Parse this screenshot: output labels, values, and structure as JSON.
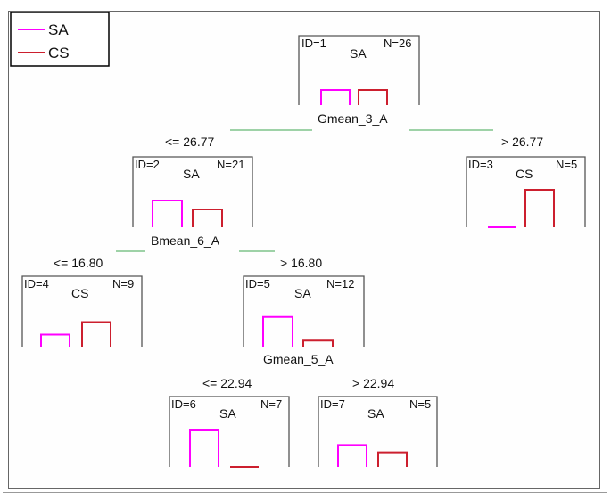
{
  "legend": [
    {
      "label": "SA",
      "color": "#ff00ff"
    },
    {
      "label": "CS",
      "color": "#cc1f2e"
    }
  ],
  "colors": {
    "edge": "#7fc48a",
    "frame": "#555555"
  },
  "nodes": [
    {
      "id_text": "ID=1",
      "class_label": "SA",
      "n_text": "N=26",
      "split_var": "Gmean_3_A",
      "class_fractions": [
        0.5,
        0.5
      ]
    },
    {
      "id_text": "ID=2",
      "class_label": "SA",
      "n_text": "N=21",
      "split_var": "Bmean_6_A",
      "class_fractions": [
        0.6,
        0.4
      ]
    },
    {
      "id_text": "ID=3",
      "class_label": "CS",
      "n_text": "N=5",
      "split_var": "",
      "class_fractions": [
        0.0,
        1.0
      ]
    },
    {
      "id_text": "ID=4",
      "class_label": "CS",
      "n_text": "N=9",
      "split_var": "",
      "class_fractions": [
        0.33,
        0.67
      ]
    },
    {
      "id_text": "ID=5",
      "class_label": "SA",
      "n_text": "N=12",
      "split_var": "Gmean_5_A",
      "class_fractions": [
        0.83,
        0.17
      ]
    },
    {
      "id_text": "ID=6",
      "class_label": "SA",
      "n_text": "N=7",
      "split_var": "",
      "class_fractions": [
        1.0,
        0.0
      ]
    },
    {
      "id_text": "ID=7",
      "class_label": "SA",
      "n_text": "N=5",
      "split_var": "",
      "class_fractions": [
        0.6,
        0.4
      ]
    }
  ],
  "edges": [
    {
      "from": 1,
      "to": 2,
      "label": "<= 26.77"
    },
    {
      "from": 1,
      "to": 3,
      "label": "> 26.77"
    },
    {
      "from": 2,
      "to": 4,
      "label": "<= 16.80"
    },
    {
      "from": 2,
      "to": 5,
      "label": "> 16.80"
    },
    {
      "from": 5,
      "to": 6,
      "label": "<= 22.94"
    },
    {
      "from": 5,
      "to": 7,
      "label": "> 22.94"
    }
  ]
}
